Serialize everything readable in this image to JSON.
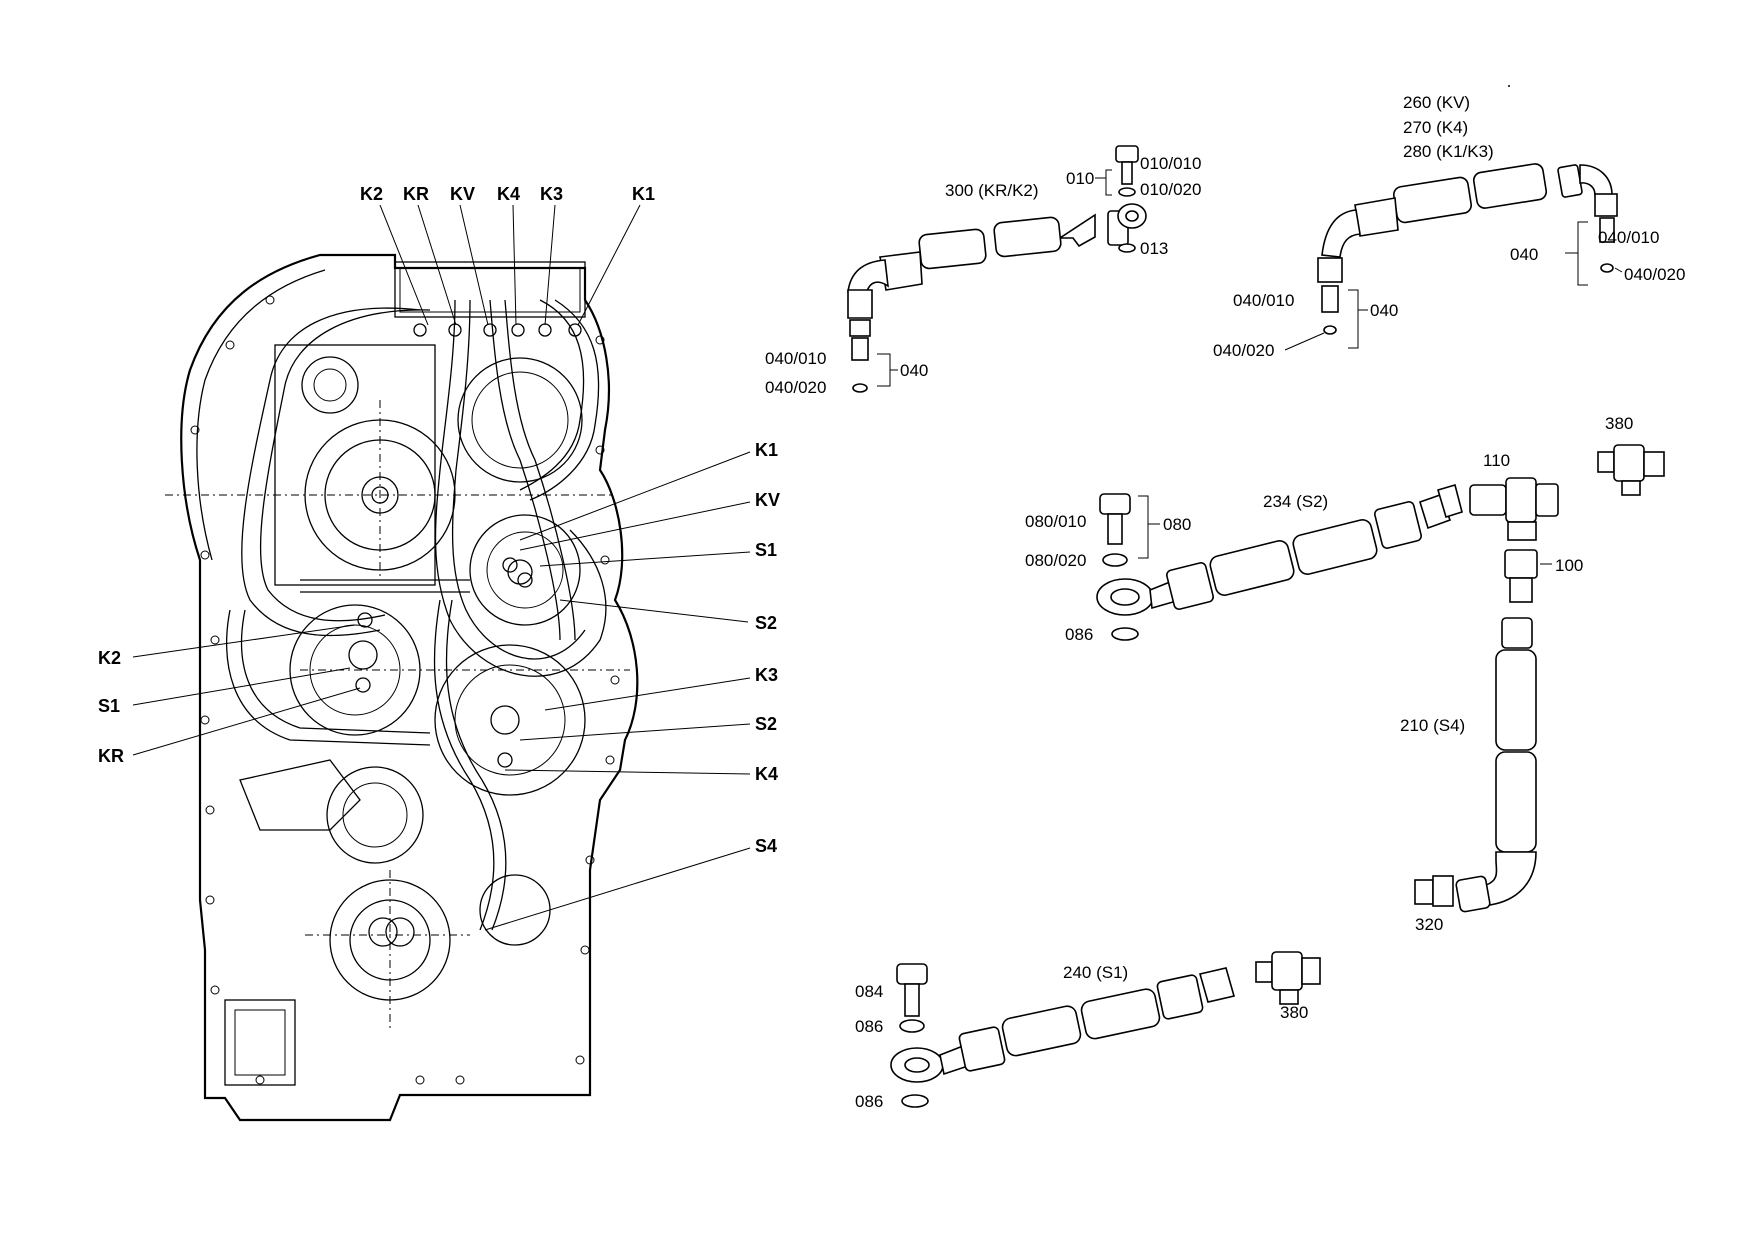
{
  "callouts_left": {
    "k2_top": "K2",
    "kr_top": "KR",
    "kv_top": "KV",
    "k4_top": "K4",
    "k3_top": "K3",
    "k1_top": "K1",
    "k1_right": "K1",
    "kv_right": "KV",
    "s1_right": "S1",
    "s2_right_a": "S2",
    "k3_right": "K3",
    "s2_right_b": "S2",
    "k4_right": "K4",
    "s4_right": "S4",
    "k2_left": "K2",
    "s1_left": "S1",
    "kr_left": "KR"
  },
  "hose_300": {
    "title": "300 (KR/K2)",
    "bracket_label": "010",
    "bolt": "010/010",
    "bolt_seal": "010/020",
    "ring": "013",
    "fitting_bracket": "040",
    "fitting": "040/010",
    "fitting_seal": "040/020"
  },
  "hose_260": {
    "line1": "260 (KV)",
    "line2": "270 (K4)",
    "line3": "280  (K1/K3)",
    "right_bracket": "040",
    "right_fitting": "040/010",
    "right_seal": "040/020",
    "left_bracket": "040",
    "left_fitting": "040/010",
    "left_seal": "040/020"
  },
  "hose_234": {
    "title": "234 (S2)",
    "bracket": "080",
    "bolt": "080/010",
    "bolt_seal": "080/020",
    "ring": "086"
  },
  "fittings_right": {
    "tee": "110",
    "adapter": "100",
    "union_top": "380",
    "hose_210": "210 (S4)",
    "nipple": "320"
  },
  "hose_240": {
    "title": "240 (S1)",
    "bolt": "084",
    "seal_top": "086",
    "seal_bottom": "086",
    "union": "380"
  }
}
